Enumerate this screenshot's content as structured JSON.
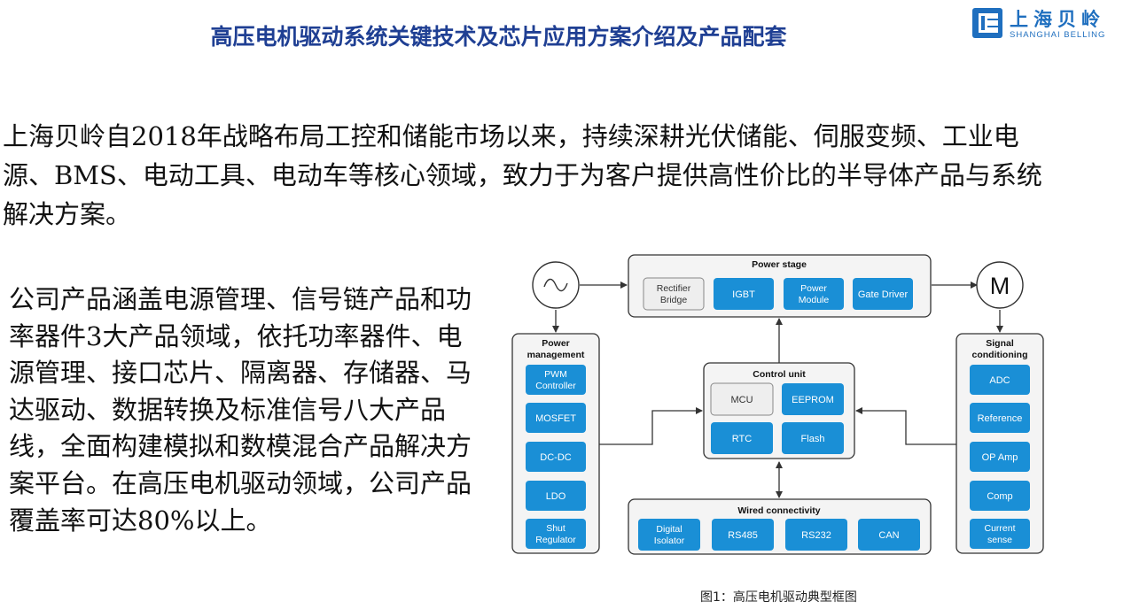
{
  "header": {
    "title": "高压电机驱动系统关键技术及芯片应用方案介绍及产品配套",
    "logo_cn": "上海贝岭",
    "logo_en": "SHANGHAI BELLING"
  },
  "body": {
    "para1": "上海贝岭自2018年战略布局工控和储能市场以来，持续深耕光伏储能、伺服变频、工业电源、BMS、电动工具、电动车等核心领域，致力于为客户提供高性价比的半导体产品与系统解决方案。",
    "para2": "公司产品涵盖电源管理、信号链产品和功率器件3大产品领域，依托功率器件、电源管理、接口芯片、隔离器、存储器、马达驱动、数据转换及标准信号八大产品线，全面构建模拟和数模混合产品解决方案平台。在高压电机驱动领域，公司产品覆盖率可达80%以上。"
  },
  "diagram": {
    "ac_symbol": "~",
    "motor_label": "M",
    "power_stage": {
      "title": "Power stage",
      "items": [
        "Rectifier Bridge",
        "IGBT",
        "Power Module",
        "Gate Driver"
      ]
    },
    "power_management": {
      "title": "Power management",
      "items": [
        "PWM Controller",
        "MOSFET",
        "DC-DC",
        "LDO",
        "Shut Regulator"
      ]
    },
    "control_unit": {
      "title": "Control unit",
      "items": [
        "MCU",
        "EEPROM",
        "RTC",
        "Flash"
      ]
    },
    "signal_conditioning": {
      "title": "Signal conditioning",
      "items": [
        "ADC",
        "Reference",
        "OP Amp",
        "Comp",
        "Current sense"
      ]
    },
    "wired_connectivity": {
      "title": "Wired connectivity",
      "items": [
        "Digital Isolator",
        "RS485",
        "RS232",
        "CAN"
      ]
    },
    "colors": {
      "block_fill": "#1a8fd6",
      "gray_fill": "#eeeeee",
      "frame": "#333333"
    }
  },
  "caption": "图1：高压电机驱动典型框图"
}
